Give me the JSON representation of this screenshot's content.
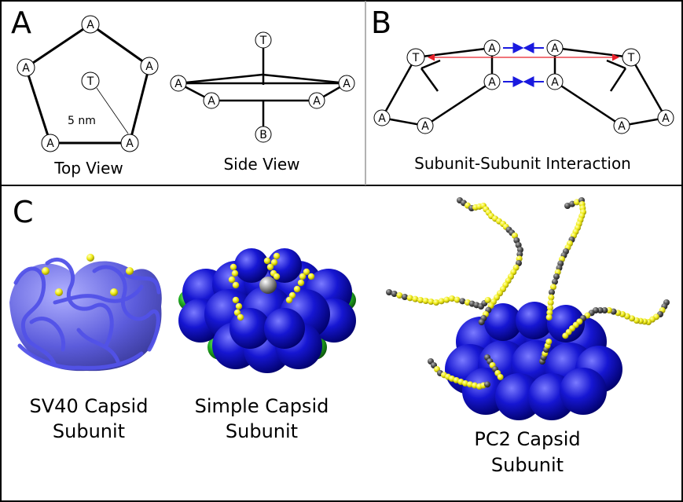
{
  "panels": {
    "a": {
      "letter": "A",
      "top_view_caption": "Top View",
      "side_view_caption": "Side View",
      "distance_label": "5 nm",
      "node_A": "A",
      "node_T": "T",
      "node_B": "B"
    },
    "b": {
      "letter": "B",
      "caption": "Subunit-Subunit Interaction",
      "arrow_colors": {
        "tip_to_tip": "#e8202a",
        "a_to_a": "#1a1adf"
      }
    },
    "c": {
      "letter": "C",
      "items": [
        {
          "line1": "SV40 Capsid",
          "line2": "Subunit"
        },
        {
          "line1": "Simple Capsid",
          "line2": "Subunit"
        },
        {
          "line1": "PC2 Capsid",
          "line2": "Subunit"
        }
      ],
      "colors": {
        "sphere_blue": "#1010c8",
        "bead_yellow": "#f2ee1a",
        "bead_gray": "#4a4a4a",
        "cap_green": "#22aa22"
      }
    }
  }
}
